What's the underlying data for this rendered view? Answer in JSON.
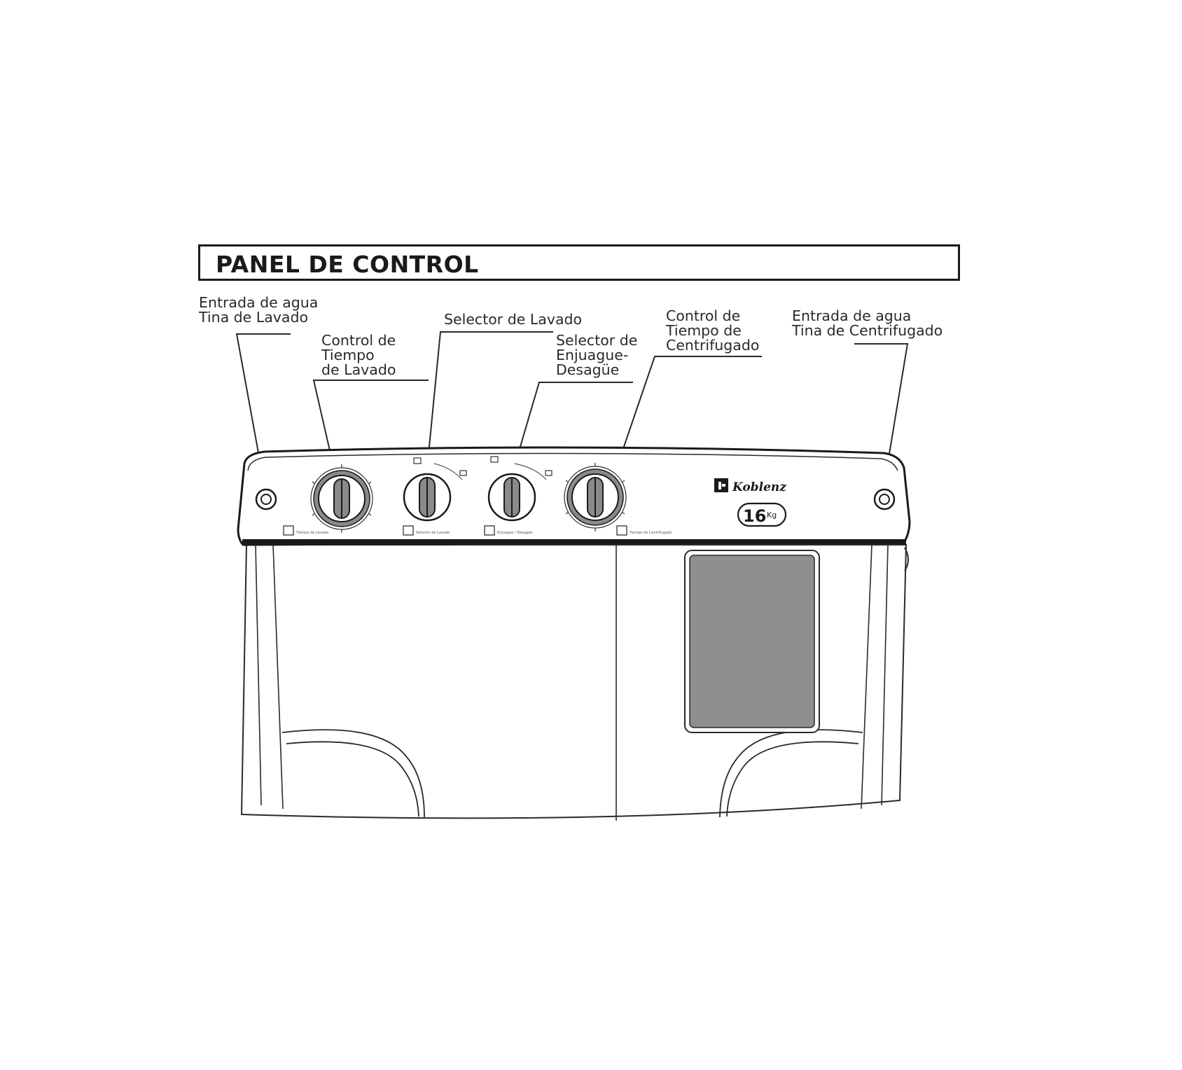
{
  "title": "PANEL DE CONTROL",
  "callouts": {
    "inlet_wash": [
      "Entrada de agua",
      "Tina de Lavado"
    ],
    "wash_timer": [
      "Control de",
      "Tiempo",
      "de Lavado"
    ],
    "wash_selector": [
      "Selector de Lavado"
    ],
    "rinse_drain_selector": [
      "Selector de",
      "Enjuague-",
      "Desagüe"
    ],
    "spin_timer": [
      "Control de",
      "Tiempo de",
      "Centrifugado"
    ],
    "inlet_spin": [
      "Entrada de agua",
      "Tina de Centrifugado"
    ]
  },
  "panel": {
    "brand": "Koblenz",
    "capacity_number": "16",
    "capacity_unit": "Kg",
    "dial_labels": [
      "Tiempo de Lavado",
      "Selector de Lavado",
      "Enjuague / Desagüe",
      "Tiempo de Centrifugado"
    ]
  },
  "colors": {
    "ink": "#1a1a1a",
    "window_gray": "#8e8e90",
    "dial_ring_gray": "#8a8a8a"
  }
}
